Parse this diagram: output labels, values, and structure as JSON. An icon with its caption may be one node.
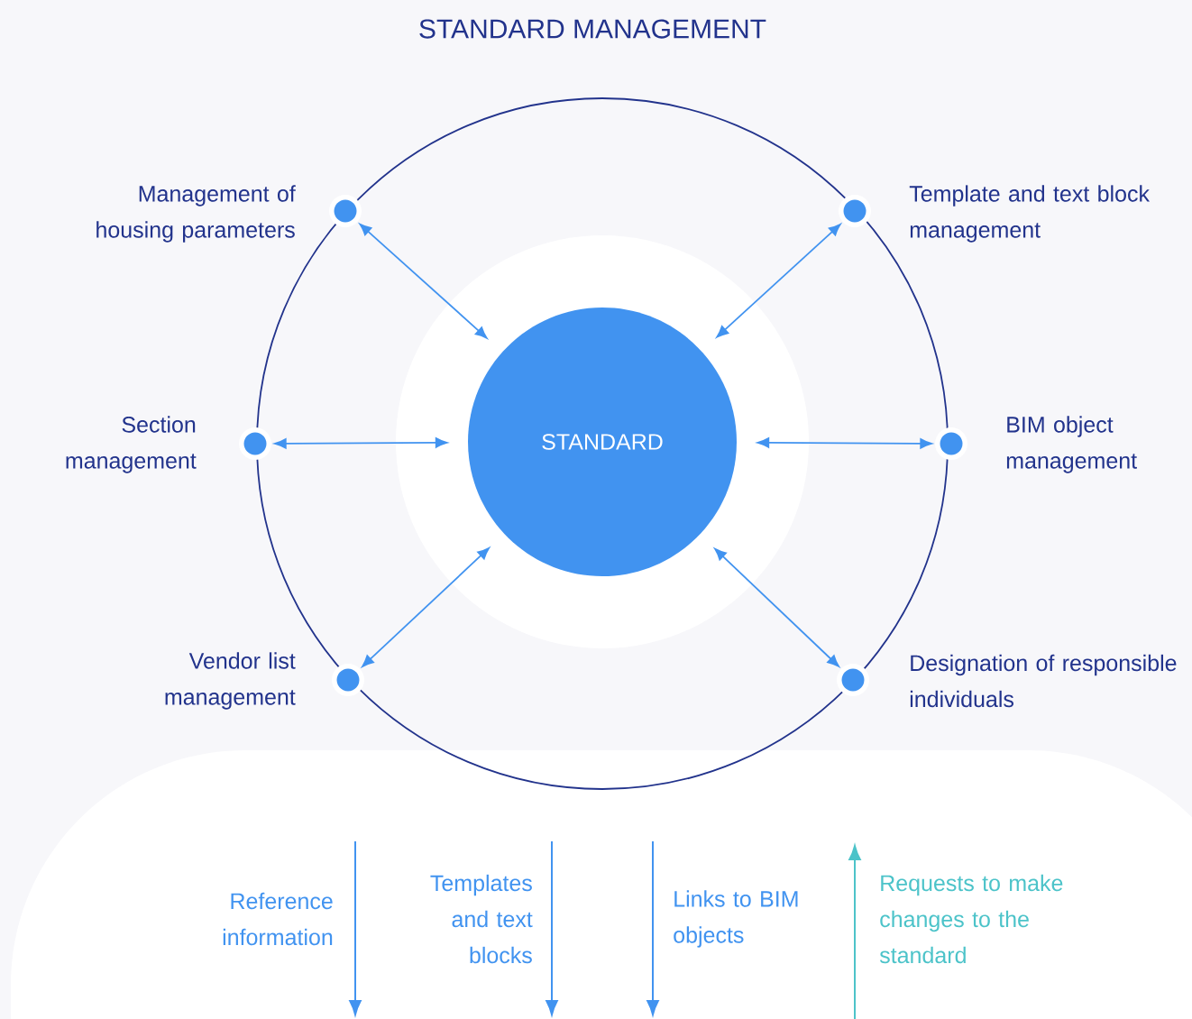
{
  "diagram": {
    "title": "STANDARD MANAGEMENT",
    "nodes": [
      {
        "text": [
          "STANDARD"
        ]
      },
      {
        "text": [
          "Management of housing parameters"
        ]
      },
      {
        "text": [
          "Template and text block management"
        ]
      },
      {
        "text": [
          "Section management"
        ]
      },
      {
        "text": [
          "BIM object management"
        ]
      },
      {
        "text": [
          "Vendor list management"
        ]
      },
      {
        "text": [
          "Designation of responsible individuals"
        ]
      }
    ],
    "edges": [
      {
        "from": 1,
        "to": 0,
        "arrow": "both"
      },
      {
        "from": 2,
        "to": 0,
        "arrow": "both"
      },
      {
        "from": 3,
        "to": 0,
        "arrow": "both"
      },
      {
        "from": 4,
        "to": 0,
        "arrow": "both"
      },
      {
        "from": 5,
        "to": 0,
        "arrow": "both"
      },
      {
        "from": 6,
        "to": 0,
        "arrow": "both"
      }
    ],
    "labels": [
      "Reference information",
      "Templates and text blocks",
      "Links to BIM objects",
      "Requests to make changes to the standard"
    ]
  }
}
